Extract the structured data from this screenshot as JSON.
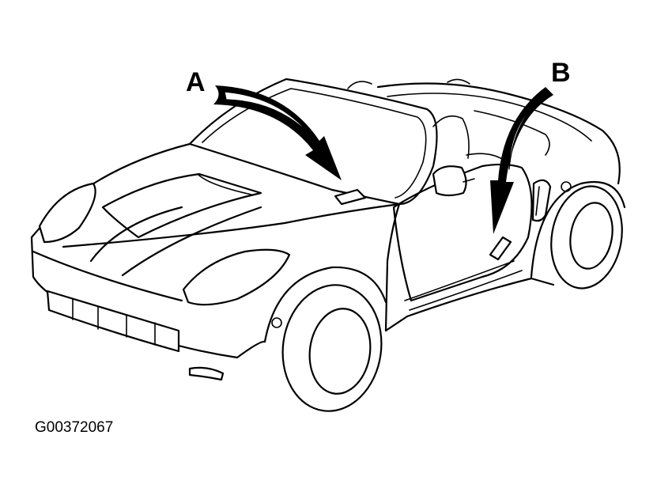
{
  "callouts": {
    "a": "A",
    "b": "B"
  },
  "figure_id": "G00372067"
}
